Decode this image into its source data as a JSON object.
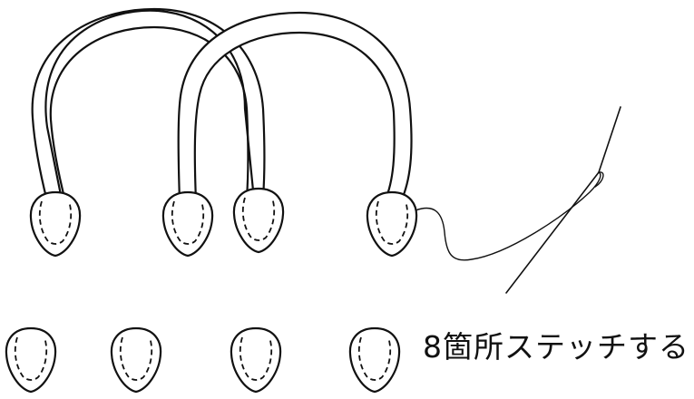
{
  "caption": "8箇所ステッチする",
  "colors": {
    "ink": "#111111",
    "background": "#ffffff"
  },
  "illustration": {
    "handles": 2,
    "tabs": 8,
    "items": [
      "bag-handle-left",
      "bag-handle-right",
      "needle",
      "thread",
      "leather-tab",
      "stitch-line"
    ]
  }
}
